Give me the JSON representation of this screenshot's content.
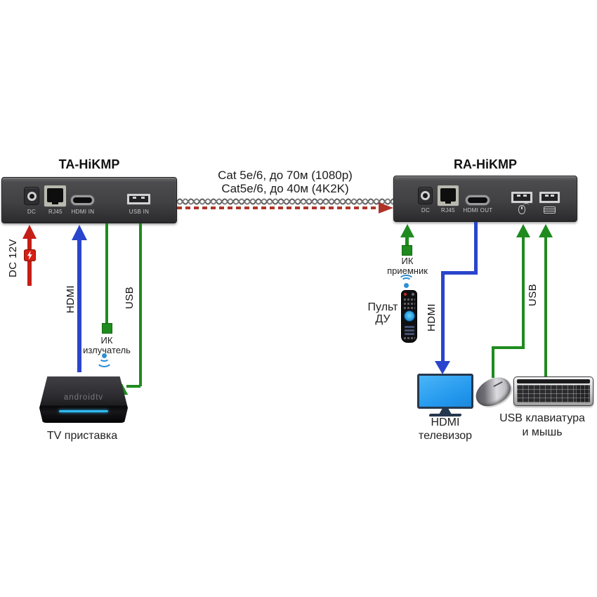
{
  "devices": {
    "transmitter": {
      "title": "TA-HiKMP",
      "ports": [
        {
          "type": "dc",
          "label": "DC"
        },
        {
          "type": "rj45",
          "label": "RJ45"
        },
        {
          "type": "hdmi",
          "label": "HDMI IN"
        },
        {
          "type": "usb",
          "label": "USB IN"
        }
      ]
    },
    "receiver": {
      "title": "RA-HiKMP",
      "ports": [
        {
          "type": "dc",
          "label": "DC"
        },
        {
          "type": "rj45",
          "label": "RJ45"
        },
        {
          "type": "hdmi",
          "label": "HDMI OUT"
        },
        {
          "type": "usb",
          "icon": "mouse-icon"
        },
        {
          "type": "usb",
          "icon": "keyboard-icon"
        }
      ]
    }
  },
  "cable": {
    "spec_line1": "Cat 5e/6, до 70м (1080p)",
    "spec_line2": "Cat5e/6, до 40м (4K2K)"
  },
  "left": {
    "power_label": "DC 12V",
    "hdmi_label": "HDMI",
    "usb_label": "USB",
    "ir_emitter_line1": "ИК",
    "ir_emitter_line2": "излучатель",
    "tv_box_brand": "androidtv",
    "tv_box_caption": "TV приставка"
  },
  "right": {
    "ir_receiver_line1": "ИК",
    "ir_receiver_line2": "приемник",
    "remote_line1": "Пульт",
    "remote_line2": "ДУ",
    "hdmi_label": "HDMI",
    "usb_label": "USB",
    "tv_caption_line1": "HDMI",
    "tv_caption_line2": "телевизор",
    "kb_mouse_caption_line1": "USB клавиатура",
    "kb_mouse_caption_line2": "и мышь"
  },
  "icons": {
    "power_chip": "lightning-bolt-icon",
    "ir_emitter_signal": "wireless-signal-down-icon",
    "ir_receiver_signal": "wireless-signal-up-icon",
    "rx_usb_port_1": "mouse-icon",
    "rx_usb_port_2": "keyboard-icon"
  },
  "colors": {
    "arrow_green": "#1f8b1f",
    "arrow_blue": "#2945cd",
    "arrow_red": "#c41e17",
    "cable_dash_red": "#ae352a",
    "wireless_blue": "#2d8fd4",
    "monitor_screen": "#2196ec",
    "device_body": "#414143",
    "port_label_gray": "#c6c6c6"
  }
}
